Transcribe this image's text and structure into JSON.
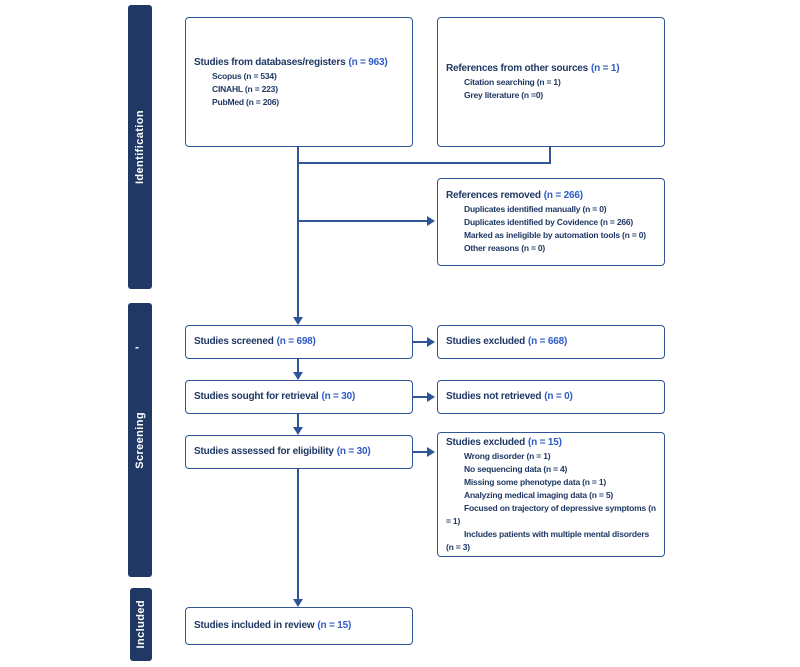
{
  "colors": {
    "stage_bar": "#1F3864",
    "box_border": "#2F5597",
    "text_navy": "#1F3864",
    "count_highlight": "#2E5BC6",
    "background": "#ffffff"
  },
  "sidebar": {
    "dash_mark": "-",
    "stages": [
      {
        "label": "Identification"
      },
      {
        "label": "Screening"
      },
      {
        "label": "Included"
      }
    ]
  },
  "boxes": {
    "databases": {
      "title": "Studies from databases/registers",
      "n": "(n = 963)",
      "items": [
        "Scopus (n = 534)",
        "CINAHL (n = 223)",
        "PubMed (n = 206)"
      ]
    },
    "other_sources": {
      "title": "References from other sources",
      "n": "(n = 1)",
      "items": [
        "Citation searching (n = 1)",
        "Grey literature (n =0)"
      ]
    },
    "removed": {
      "title": "References removed",
      "n": "(n = 266)",
      "items": [
        "Duplicates identified manually (n = 0)",
        "Duplicates identified by Covidence (n = 266)",
        "Marked as ineligible by automation tools (n = 0)",
        "Other reasons (n = 0)"
      ]
    },
    "screened": {
      "title": "Studies screened",
      "n": "(n = 698)"
    },
    "excluded_screen": {
      "title": "Studies excluded",
      "n": "(n = 668)"
    },
    "sought": {
      "title": "Studies sought for retrieval",
      "n": "(n = 30)"
    },
    "not_retrieved": {
      "title": "Studies not retrieved",
      "n": "(n = 0)"
    },
    "assessed": {
      "title": "Studies assessed for eligibility",
      "n": "(n = 30)"
    },
    "excluded_eligibility": {
      "title": "Studies excluded",
      "n": "(n = 15)",
      "items": [
        "Wrong disorder (n = 1)",
        "No sequencing data (n = 4)",
        "Missing some phenotype data (n = 1)",
        "Analyzing medical imaging data (n = 5)",
        "Focused on trajectory of depressive symptoms (n = 1)",
        "Includes patients with multiple mental disorders (n = 3)"
      ]
    },
    "included": {
      "title": "Studies included in review",
      "n": "(n = 15)"
    }
  }
}
